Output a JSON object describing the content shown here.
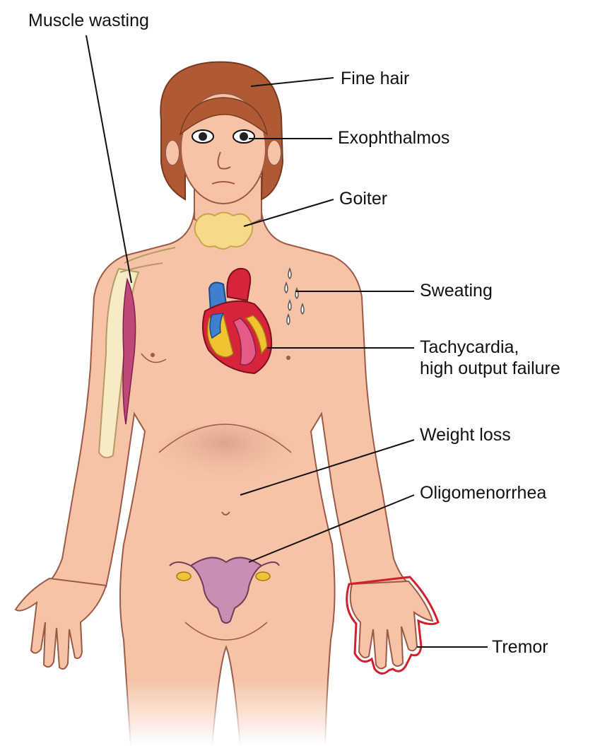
{
  "diagram": {
    "labels": {
      "muscle_wasting": "Muscle wasting",
      "fine_hair": "Fine hair",
      "exophthalmos": "Exophthalmos",
      "goiter": "Goiter",
      "sweating": "Sweating",
      "tachycardia": "Tachycardia,\nhigh output failure",
      "weight_loss": "Weight loss",
      "oligomenorrhea": "Oligomenorrhea",
      "tremor": "Tremor"
    },
    "colors": {
      "skin": "#f6c3a6",
      "skin_outline": "#9a5a46",
      "hair": "#b05a35",
      "hair_dark": "#7a3a1f",
      "goiter": "#f7d98a",
      "heart_red": "#d8243b",
      "heart_blue": "#3f7fd0",
      "heart_yellow": "#f1c232",
      "heart_pink": "#e65a8a",
      "uterus": "#c98fb2",
      "bone": "#f6ebc4",
      "muscle": "#c0477a",
      "tremor_outline": "#d21f2b",
      "leader_line": "#111111"
    }
  }
}
